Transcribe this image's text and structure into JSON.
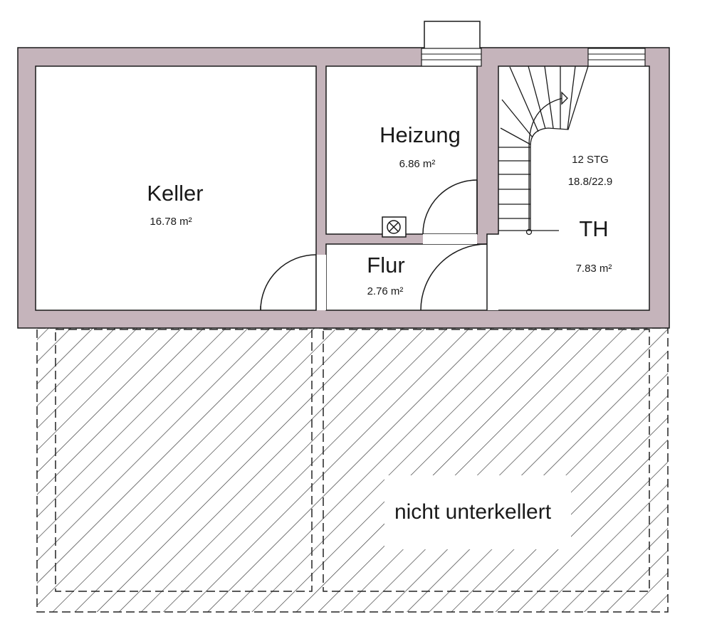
{
  "plan": {
    "wall_color": "#c5b4bb",
    "line_color": "#1a1a1a",
    "rooms": {
      "keller": {
        "name": "Keller",
        "area": "16.78 m²"
      },
      "heizung": {
        "name": "Heizung",
        "area": "6.86 m²"
      },
      "flur": {
        "name": "Flur",
        "area": "2.76 m²"
      },
      "th": {
        "name": "TH",
        "area": "7.83 m²"
      }
    },
    "stair": {
      "steps": "12 STG",
      "ratio": "18.8/22.9"
    },
    "unexcavated": {
      "label": "nicht unterkellert"
    }
  }
}
